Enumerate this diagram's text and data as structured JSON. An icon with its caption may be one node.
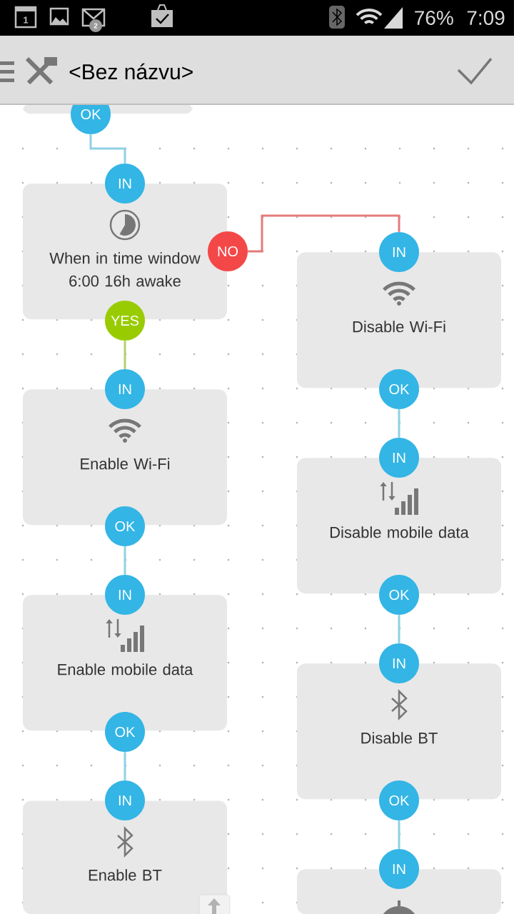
{
  "diagram": {
    "title": "<Bez názvu>",
    "nodes": [
      {
        "text": [],
        "shape": "box"
      },
      {
        "text": [
          "OK"
        ]
      },
      {
        "text": [
          "IN"
        ]
      },
      {
        "text": [
          "When in time window 6:00 16h awake"
        ]
      },
      {
        "text": [
          "NO"
        ]
      },
      {
        "text": [
          "YES"
        ]
      },
      {
        "text": [
          "IN"
        ]
      },
      {
        "text": [
          "Enable Wi-Fi"
        ]
      },
      {
        "text": [
          "OK"
        ]
      },
      {
        "text": [
          "IN"
        ]
      },
      {
        "text": [
          "Enable mobile data"
        ]
      },
      {
        "text": [
          "OK"
        ]
      },
      {
        "text": [
          "IN"
        ]
      },
      {
        "text": [
          "Enable BT"
        ]
      },
      {
        "text": [
          "IN"
        ]
      },
      {
        "text": [
          "Disable Wi-Fi"
        ]
      },
      {
        "text": [
          "OK"
        ]
      },
      {
        "text": [
          "IN"
        ]
      },
      {
        "text": [
          "Disable mobile data"
        ]
      },
      {
        "text": [
          "OK"
        ]
      },
      {
        "text": [
          "IN"
        ]
      },
      {
        "text": [
          "Disable BT"
        ]
      },
      {
        "text": [
          "OK"
        ]
      },
      {
        "text": [
          "IN"
        ]
      },
      {
        "text": [],
        "shape": "box"
      }
    ],
    "edges": [
      {
        "from": 1,
        "to": 2,
        "arrow": "none"
      },
      {
        "from": 4,
        "to": 14,
        "arrow": "none",
        "color": "#e57b7b"
      },
      {
        "from": 5,
        "to": 6,
        "arrow": "none",
        "color": "#b5cf6b"
      },
      {
        "from": 8,
        "to": 9,
        "arrow": "none"
      },
      {
        "from": 11,
        "to": 12,
        "arrow": "none"
      },
      {
        "from": 16,
        "to": 17,
        "arrow": "none"
      },
      {
        "from": 19,
        "to": 20,
        "arrow": "none"
      },
      {
        "from": 22,
        "to": 23,
        "arrow": "none"
      }
    ],
    "labels": [
      "1",
      "2",
      "76%",
      "7:09"
    ]
  }
}
